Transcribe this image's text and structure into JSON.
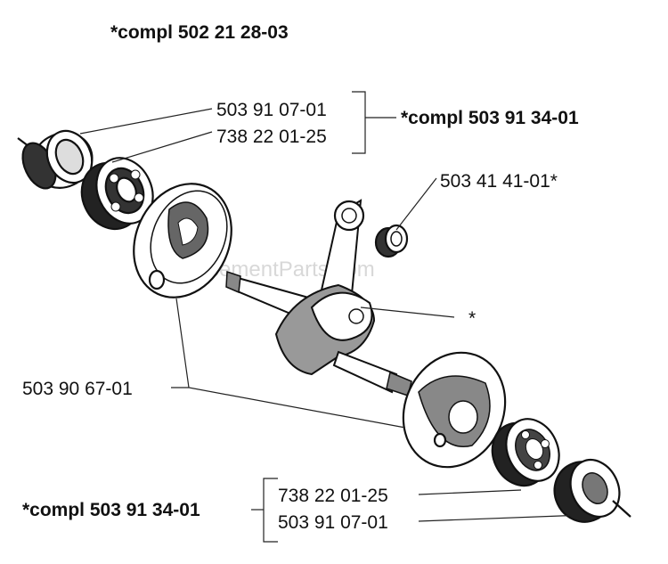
{
  "title": "*compl 502 21 28-03",
  "watermark": "eReplacementParts.com",
  "labels": {
    "top_bracket": {
      "line1": "503 91 07-01",
      "line2": "738 22 01-25",
      "group": "*compl 503 91 34-01"
    },
    "needle_bearing": "503 41 41-01*",
    "crankshaft_marker": "*",
    "crank_halves": "503 90 67-01",
    "bottom_bracket": {
      "line1": "738 22 01-25",
      "line2": "503 91 07-01",
      "group": "*compl 503 91 34-01"
    }
  }
}
